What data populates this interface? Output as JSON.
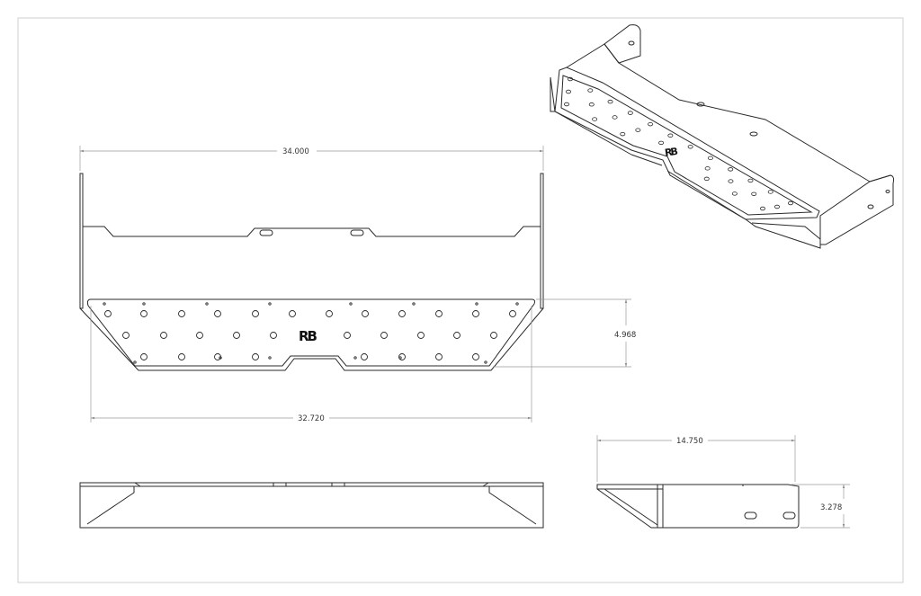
{
  "dimensions": {
    "overall_width": "34.000",
    "plate_width": "32.720",
    "plate_depth": "4.968",
    "side_length": "14.750",
    "side_height": "3.278"
  },
  "logo": {
    "text": "RB"
  },
  "colors": {
    "line": "#2a2a2a",
    "dim_line": "#9a9a9a",
    "frame": "#cfcfcf",
    "background": "#ffffff"
  }
}
